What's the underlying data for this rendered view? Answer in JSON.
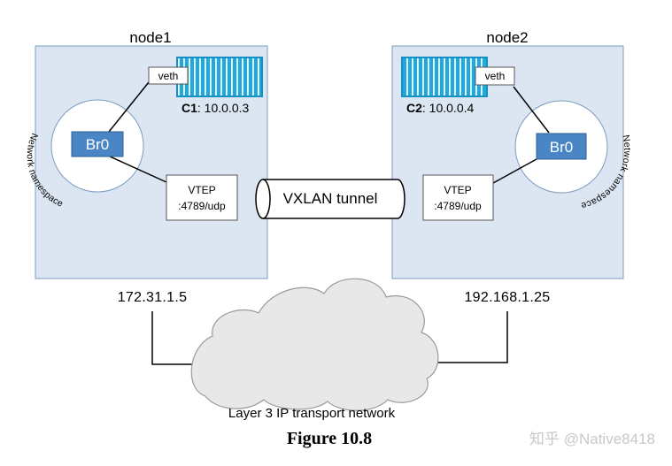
{
  "nodes": [
    {
      "name": "node1",
      "bridge": "Br0",
      "namespace_label": "Network namespace",
      "veth": "veth",
      "container_id": "C1",
      "container_ip": ": 10.0.0.3",
      "vtep_title": "VTEP",
      "vtep_port": ":4789/udp",
      "host_ip": "172.31.1.5"
    },
    {
      "name": "node2",
      "bridge": "Br0",
      "namespace_label": "Network namespace",
      "veth": "veth",
      "container_id": "C2",
      "container_ip": ": 10.0.0.4",
      "vtep_title": "VTEP",
      "vtep_port": ":4789/udp",
      "host_ip": "192.168.1.25"
    }
  ],
  "tunnel": {
    "label": "VXLAN tunnel"
  },
  "network": {
    "label": "Layer 3 IP transport network"
  },
  "caption": "Figure 10.8",
  "watermark": "知乎 @Native8418",
  "colors": {
    "node_fill": "#dce6f2",
    "node_stroke": "#7a9cc0",
    "bridge_fill": "#4a86c5",
    "bridge_text": "#ffffff",
    "container_fill": "#1ea9e0",
    "cloud_fill": "#e8e8e8",
    "cloud_stroke": "#9a9a9a"
  }
}
